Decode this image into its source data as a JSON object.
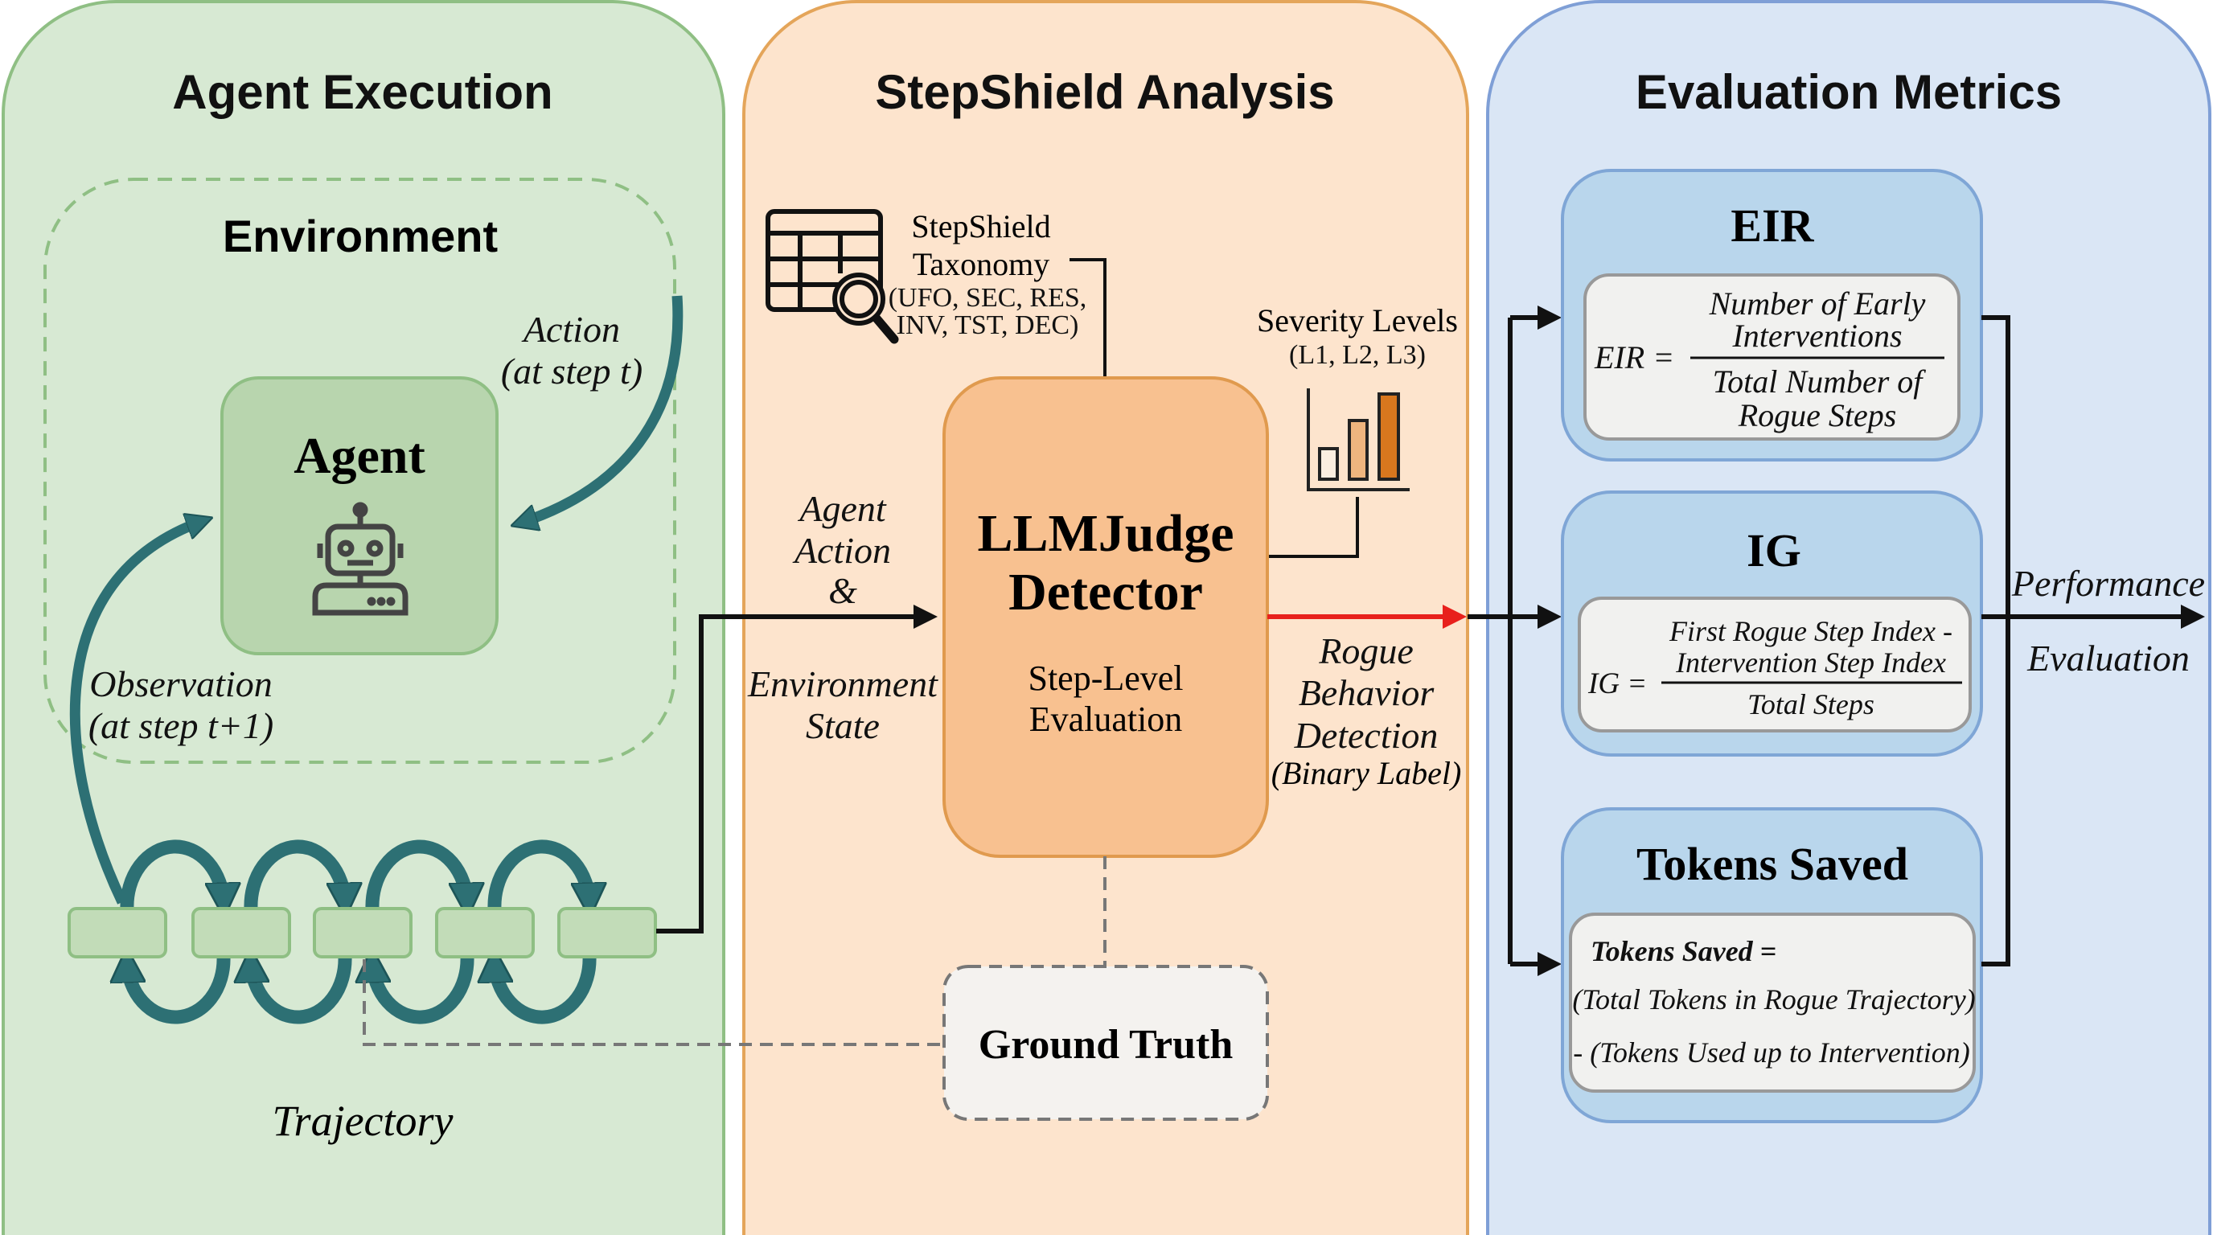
{
  "panels": {
    "agent_execution": {
      "title": "Agent Execution",
      "environment_title": "Environment",
      "agent_label": "Agent",
      "action_label": [
        "Action",
        "(at step t)"
      ],
      "observation_label": [
        "Observation",
        "(at step t+1)"
      ],
      "trajectory_label": "Trajectory"
    },
    "stepshield_analysis": {
      "title": "StepShield Analysis",
      "taxonomy": [
        "StepShield",
        "Taxonomy",
        "(UFO, SEC, RES,",
        "INV, TST, DEC)"
      ],
      "severity": [
        "Severity Levels",
        "(L1, L2, L3)"
      ],
      "input_label": [
        "Agent",
        "Action",
        "&",
        "Environment",
        "State"
      ],
      "detector": {
        "title": [
          "LLMJudge",
          "Detector"
        ],
        "subtitle": [
          "Step-Level",
          "Evaluation"
        ]
      },
      "output_label": [
        "Rogue",
        "Behavior",
        "Detection",
        "(Binary Label)"
      ],
      "ground_truth": "Ground Truth"
    },
    "evaluation_metrics": {
      "title": "Evaluation Metrics",
      "eir": {
        "title": "EIR",
        "lhs": "EIR =",
        "numerator": [
          "Number of Early",
          "Interventions"
        ],
        "denominator": [
          "Total Number of",
          "Rogue Steps"
        ]
      },
      "ig": {
        "title": "IG",
        "lhs": "IG =",
        "numerator": [
          "First Rogue Step Index -",
          "Intervention Step Index"
        ],
        "denominator": [
          "Total Steps"
        ]
      },
      "tokens_saved": {
        "title": "Tokens Saved",
        "lines": [
          "Tokens Saved =",
          "(Total Tokens in Rogue Trajectory)",
          "- (Tokens Used up to Intervention)"
        ]
      },
      "output_label": [
        "Performance",
        "Evaluation"
      ]
    }
  },
  "colors": {
    "agent_panel": "#d7e9d3",
    "analysis_panel": "#fde4cd",
    "metrics_panel": "#dae6f5",
    "teal_arrow": "#2d7074",
    "detector": "#f8c190",
    "rogue_arrow": "#e8201c"
  }
}
